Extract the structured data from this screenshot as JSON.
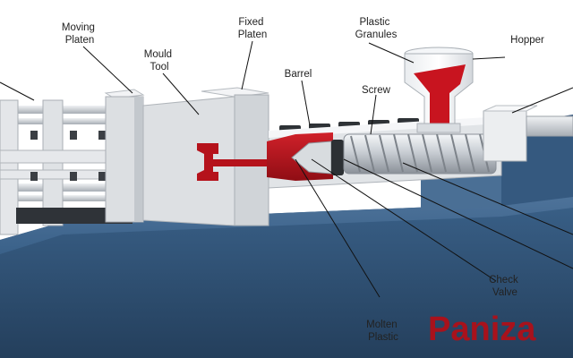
{
  "labels": {
    "moving_platen": [
      "Moving",
      "Platen"
    ],
    "mould_tool": [
      "Mould",
      "Tool"
    ],
    "fixed_platen": [
      "Fixed",
      "Platen"
    ],
    "barrel": [
      "Barrel"
    ],
    "plastic_granules": [
      "Plastic",
      "Granules"
    ],
    "screw": [
      "Screw"
    ],
    "hopper": [
      "Hopper"
    ],
    "check_valve": [
      "Check",
      "Valve"
    ],
    "molten_plastic": [
      "Molten",
      "Plastic"
    ]
  },
  "brand": "Paniza",
  "colors": {
    "plastic_red": "#b5121b",
    "base_blue": "#2c5072",
    "steel_grey": "#cfd4d9",
    "platen_grey": "#d9dcdf",
    "brand_red": "#a8121c"
  }
}
